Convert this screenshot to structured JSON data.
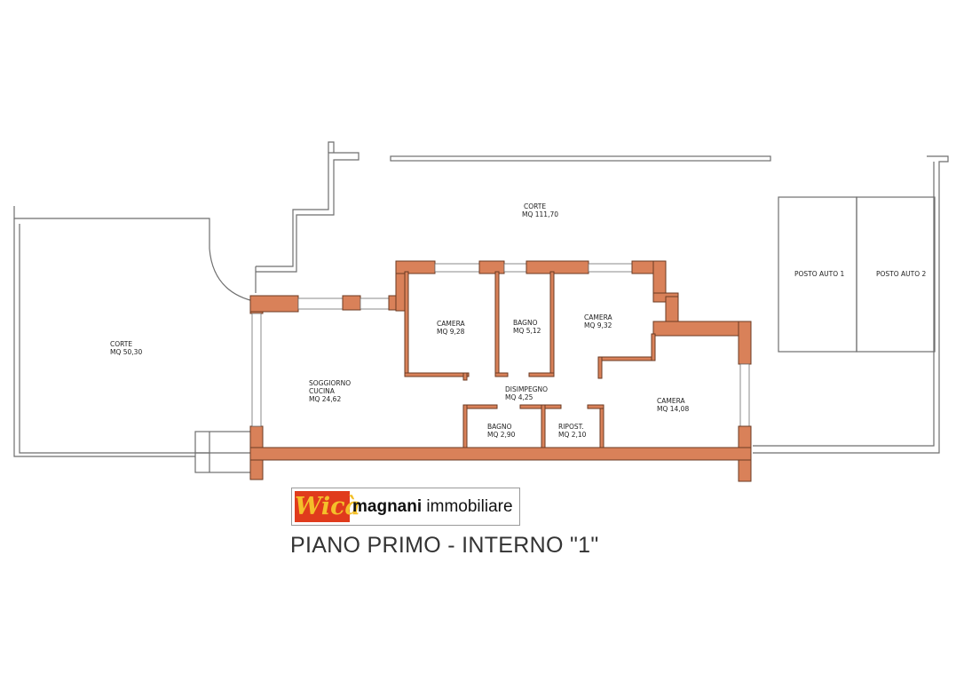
{
  "labels": {
    "corte_top": {
      "name": "CORTE",
      "area": "MQ 111,70"
    },
    "corte_left": {
      "name": "CORTE",
      "area": "MQ 50,30"
    },
    "posto_auto_1": "POSTO AUTO 1",
    "posto_auto_2": "POSTO AUTO 2",
    "camera_1": {
      "name": "CAMERA",
      "area": "MQ 9,28"
    },
    "bagno_1": {
      "name": "BAGNO",
      "area": "MQ 5,12"
    },
    "camera_2": {
      "name": "CAMERA",
      "area": "MQ 9,32"
    },
    "soggiorno": {
      "name": "SOGGIORNO",
      "name2": "CUCINA",
      "area": "MQ 24,62"
    },
    "disimpegno": {
      "name": "DISIMPEGNO",
      "area": "MQ 4,25"
    },
    "camera_3": {
      "name": "CAMERA",
      "area": "MQ 14,08"
    },
    "bagno_2": {
      "name": "BAGNO",
      "area": "MQ 2,90"
    },
    "ripost": {
      "name": "RIPOST.",
      "area": "MQ 2,10"
    }
  },
  "logo": {
    "mark": "Wicà",
    "brand_bold": "magnani",
    "brand_regular": " immobiliare"
  },
  "title": "PIANO PRIMO - INTERNO \"1\"",
  "colors": {
    "wall": "#d98159",
    "logo_red": "#e03b1c",
    "logo_yellow": "#f4c02a"
  }
}
